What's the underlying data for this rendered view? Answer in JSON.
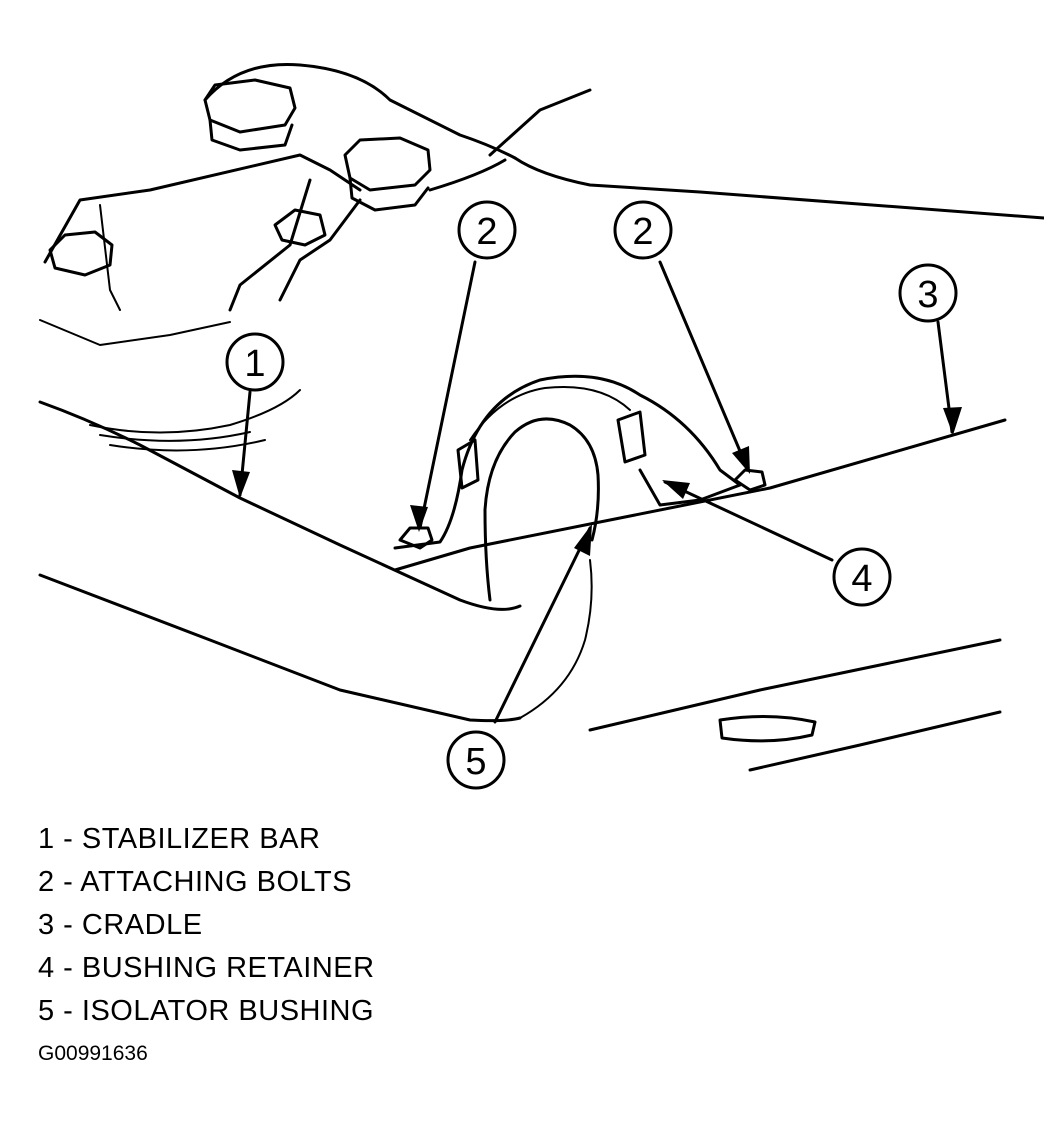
{
  "callouts": [
    {
      "number": "1"
    },
    {
      "number": "2"
    },
    {
      "number": "2"
    },
    {
      "number": "3"
    },
    {
      "number": "4"
    },
    {
      "number": "5"
    }
  ],
  "legend": [
    {
      "text": "1 - STABILIZER BAR"
    },
    {
      "text": "2 - ATTACHING BOLTS"
    },
    {
      "text": "3 - CRADLE"
    },
    {
      "text": "4 - BUSHING RETAINER"
    },
    {
      "text": "5 - ISOLATOR BUSHING"
    }
  ],
  "figure_id": "G00991636"
}
